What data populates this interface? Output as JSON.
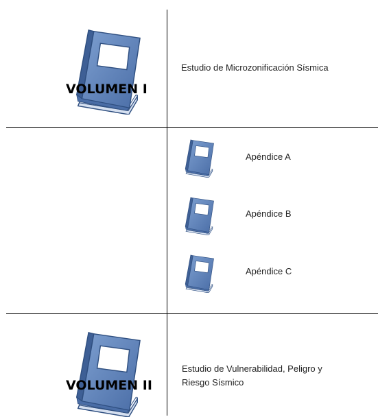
{
  "volumes": [
    {
      "label": "VOLUMEN I",
      "description": "Estudio de Microzonificación Sísmica",
      "icon": "book-icon"
    },
    {
      "label": "VOLUMEN II",
      "description_lines": [
        "Estudio de Vulnerabilidad, Peligro y",
        "Riesgo Sísmico"
      ],
      "icon": "book-icon"
    }
  ],
  "appendices": [
    {
      "label": "Apéndice A",
      "icon": "book-icon"
    },
    {
      "label": "Apéndice B",
      "icon": "book-icon"
    },
    {
      "label": "Apéndice C",
      "icon": "book-icon"
    }
  ],
  "colors": {
    "book_cover": "#5b7fb6",
    "book_dark": "#2f4f80",
    "pages": "#e8eef8",
    "label_box": "#ffffff",
    "lines": "#000000"
  }
}
